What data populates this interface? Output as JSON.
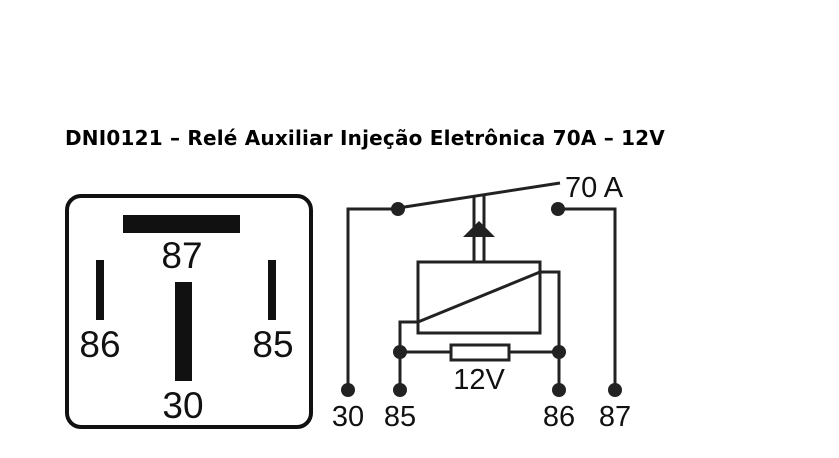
{
  "title": "DNI0121 – Relé Auxiliar Injeção Eletrônica 70A – 12V",
  "pinout": {
    "top": "87",
    "left": "86",
    "right": "85",
    "bottom": "30"
  },
  "schematic": {
    "rating": "70 A",
    "voltage": "12V",
    "terminals": [
      "30",
      "85",
      "86",
      "87"
    ]
  }
}
